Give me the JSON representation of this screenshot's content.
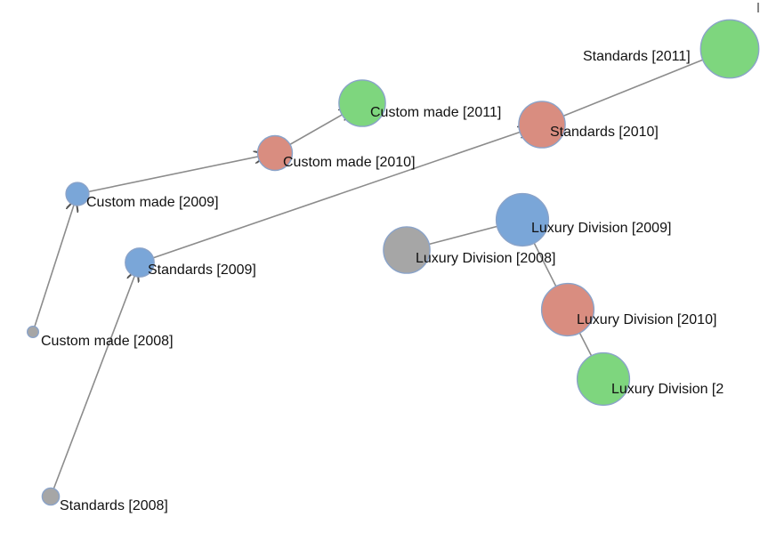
{
  "chart_data": {
    "type": "scatter",
    "title": "",
    "xlabel": "",
    "ylabel": "",
    "grid": false,
    "legend": "none",
    "colors": {
      "2008": "#a6a6a6",
      "2009": "#7aa6d8",
      "2010": "#d98d80",
      "2011": "#7ed67e"
    },
    "nodes": [
      {
        "id": "cm2008",
        "label": "Custom made [2008]",
        "series": "Custom made",
        "year": "2008",
        "size": 1
      },
      {
        "id": "cm2009",
        "label": "Custom made [2009]",
        "series": "Custom made",
        "year": "2009",
        "size": 3
      },
      {
        "id": "cm2010",
        "label": "Custom made [2010]",
        "series": "Custom made",
        "year": "2010",
        "size": 5
      },
      {
        "id": "cm2011",
        "label": "Custom made [2011]",
        "series": "Custom made",
        "year": "2011",
        "size": 7
      },
      {
        "id": "st2008",
        "label": "Standards [2008]",
        "series": "Standards",
        "year": "2008",
        "size": 2
      },
      {
        "id": "st2009",
        "label": "Standards [2009]",
        "series": "Standards",
        "year": "2009",
        "size": 4
      },
      {
        "id": "st2010",
        "label": "Standards [2010]",
        "series": "Standards",
        "year": "2010",
        "size": 7
      },
      {
        "id": "st2011",
        "label": "Standards [2011]",
        "series": "Standards",
        "year": "2011",
        "size": 9
      },
      {
        "id": "ld2008",
        "label": "Luxury Division [2008]",
        "series": "Luxury Division",
        "year": "2008",
        "size": 7
      },
      {
        "id": "ld2009",
        "label": "Luxury Division [2009]",
        "series": "Luxury Division",
        "year": "2009",
        "size": 8
      },
      {
        "id": "ld2010",
        "label": "Luxury Division [2010]",
        "series": "Luxury Division",
        "year": "2010",
        "size": 8
      },
      {
        "id": "ld2011",
        "label": "Luxury Division [2",
        "series": "Luxury Division",
        "year": "2011",
        "size": 8
      }
    ],
    "edges": [
      [
        "cm2008",
        "cm2009"
      ],
      [
        "cm2009",
        "cm2010"
      ],
      [
        "cm2010",
        "cm2011"
      ],
      [
        "st2008",
        "st2009"
      ],
      [
        "st2009",
        "st2010"
      ],
      [
        "st2010",
        "st2011"
      ],
      [
        "ld2008",
        "ld2009"
      ],
      [
        "ld2009",
        "ld2010"
      ],
      [
        "ld2010",
        "ld2011"
      ]
    ]
  }
}
